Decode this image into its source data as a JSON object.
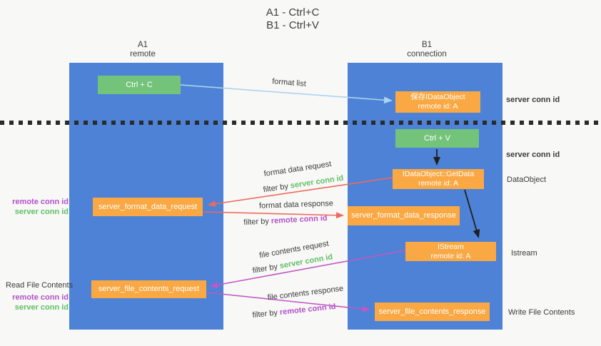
{
  "title": {
    "line1": "A1 - Ctrl+C",
    "line2": "B1 - Ctrl+V"
  },
  "lifelines": {
    "a1": {
      "name": "A1",
      "subtitle": "remote"
    },
    "b1": {
      "name": "B1",
      "subtitle": "connection"
    }
  },
  "nodes": {
    "ctrl_c": {
      "label": "Ctrl + C"
    },
    "save_dataobject": {
      "line1": "保存IDataObject",
      "line2": "remote id: A"
    },
    "ctrl_v": {
      "label": "Ctrl + V"
    },
    "getdata": {
      "line1": "IDataObject::GetData",
      "line2": "remote id: A"
    },
    "format_request": {
      "label": "server_format_data_request"
    },
    "format_response": {
      "label": "server_format_data_response"
    },
    "istream": {
      "line1": "IStream",
      "line2": "remote id: A"
    },
    "file_request": {
      "label": "server_file_contents_request"
    },
    "file_response": {
      "label": "server_file_contents_response"
    }
  },
  "arrows": {
    "format_list": {
      "label": "format list"
    },
    "format_data_request": {
      "label": "format data request",
      "filter_prefix": "filter by",
      "filter_value": "server conn id"
    },
    "format_data_response": {
      "label": "format data response",
      "filter_prefix": "filter by",
      "filter_value": "remote conn id"
    },
    "file_contents_request": {
      "label": "file contents request",
      "filter_prefix": "filter by",
      "filter_value": "server conn id"
    },
    "file_contents_response": {
      "label": "file contents response",
      "filter_prefix": "filter by",
      "filter_value": "remote conn id"
    }
  },
  "side_labels": {
    "server_conn_id_top": "server conn id",
    "server_conn_id_mid": "server conn id",
    "dataobject": "DataObject",
    "istream": "Istream",
    "write_file_contents": "Write File Contents",
    "read_file_contents": "Read File Contents",
    "format_remote_conn_id": "remote conn id",
    "format_server_conn_id": "server conn id",
    "file_remote_conn_id": "remote conn id",
    "file_server_conn_id": "server conn id"
  },
  "colors": {
    "background": "#f8f8f7",
    "lifeline_blue": "#4d82d6",
    "node_orange": "#f9a843",
    "action_green": "#74c37b",
    "arrow_red": "#ee6a5c",
    "arrow_magenta": "#c158c4",
    "arrow_light_blue": "#abd3ee",
    "arrow_black": "#1f1f1f",
    "server_conn_green": "#5fbf64",
    "remote_conn_purple": "#b350c8",
    "text_dark": "#3b3b3b"
  }
}
